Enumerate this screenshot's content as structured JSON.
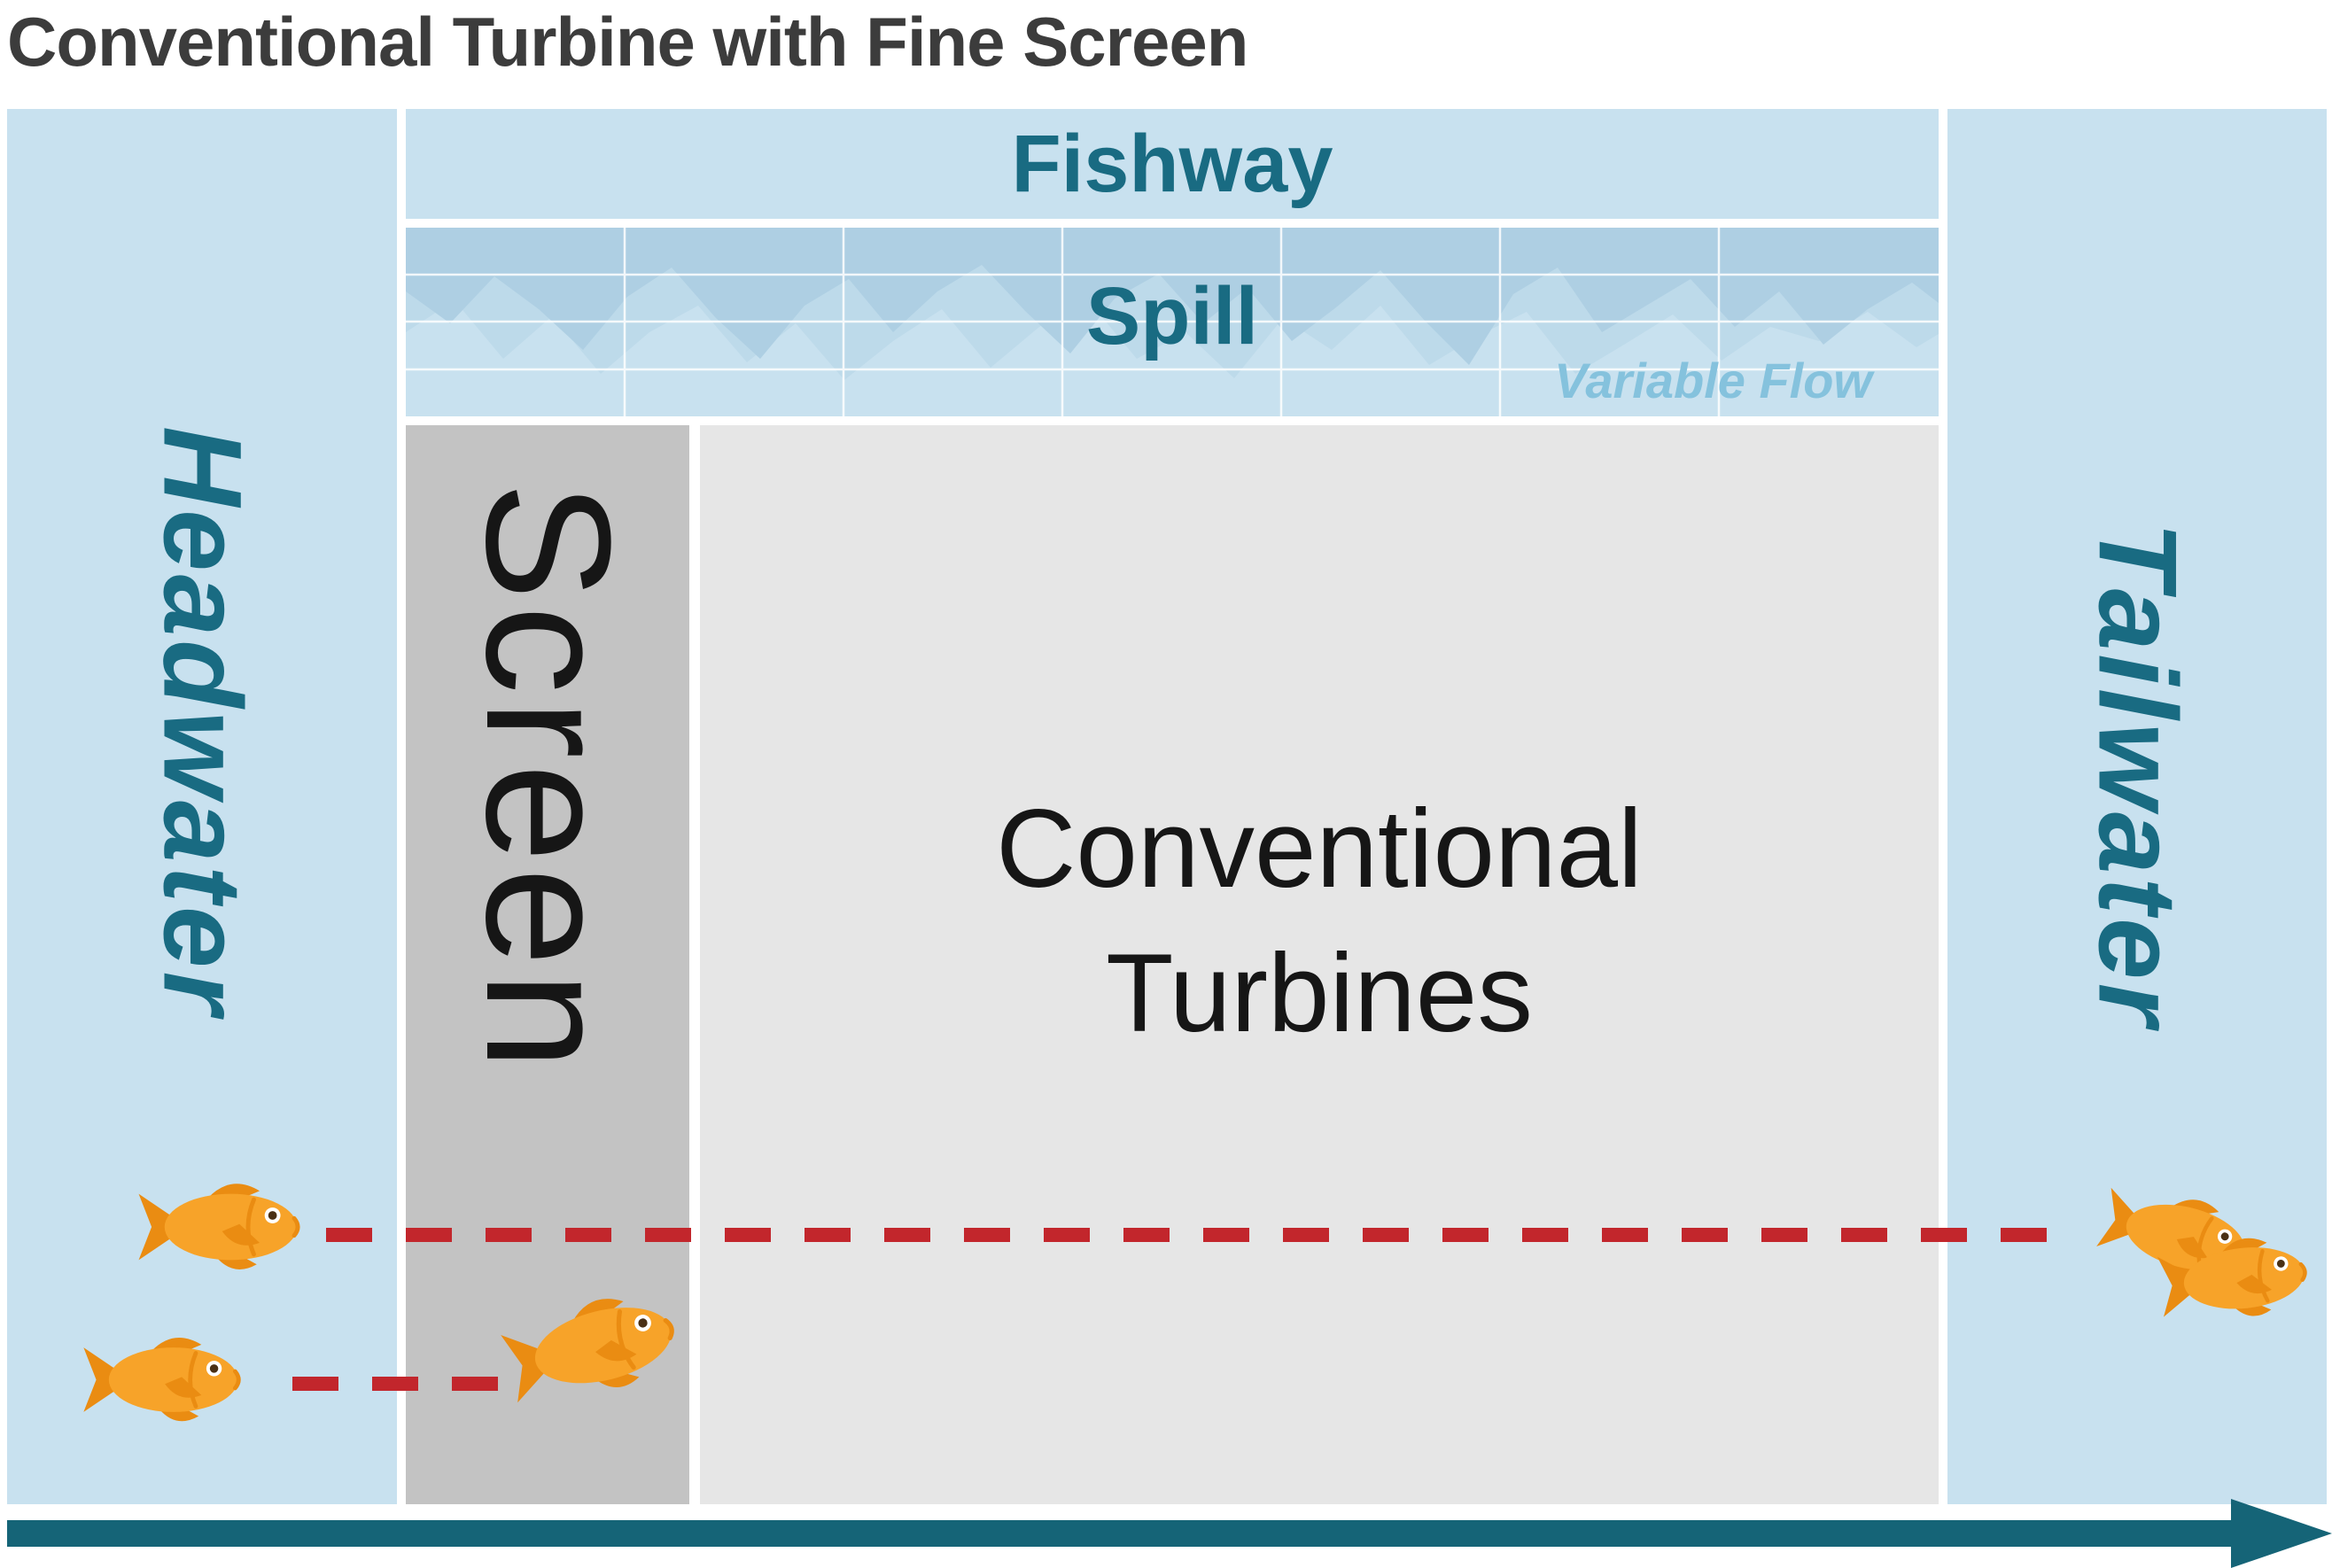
{
  "title": "Conventional Turbine with Fine Screen",
  "labels": {
    "headwater": "Headwater",
    "tailwater": "Tailwater",
    "fishway": "Fishway",
    "spill": "Spill",
    "variable_flow": "Variable Flow",
    "screen": "Screen",
    "turbines_line1": "Conventional",
    "turbines_line2": "Turbines"
  },
  "colors": {
    "title_color": "#3c3c3c",
    "light_blue": "#c8e1ef",
    "wave_blue": "#aecfe3",
    "wave_blue_light": "#bddaea",
    "grid_white": "#ffffff",
    "teal_text": "#196b82",
    "variable_flow_text": "#85c2dd",
    "screen_gray": "#c3c3c3",
    "turbine_gray": "#e6e6e6",
    "dark_text": "#161616",
    "dashed_red": "#c2262c",
    "fish_orange": "#f7a329",
    "fish_orange_dark": "#ea8c12",
    "arrow_teal": "#156477"
  },
  "icons": {
    "fish": "fish-icon",
    "flow_arrow": "flow-arrow-icon"
  }
}
